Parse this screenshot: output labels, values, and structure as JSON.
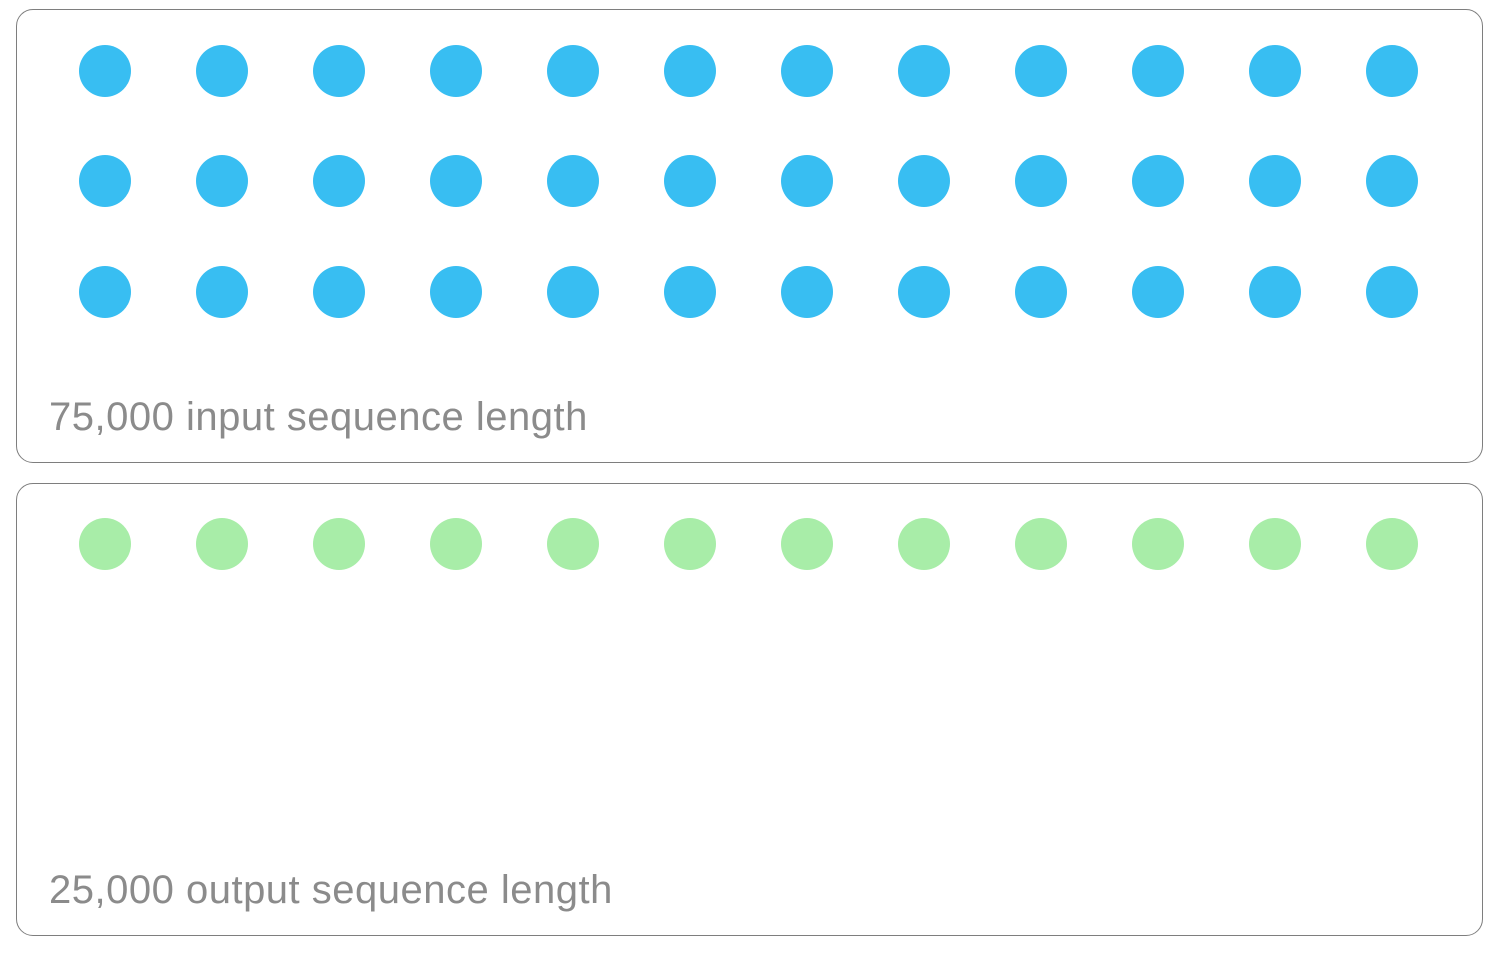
{
  "figure": {
    "description": "Comparison of input and output sequence lengths shown as token dots",
    "background_color": "#ffffff",
    "panel_border_color": "#7e7e7e",
    "label_color": "#8b8b8b"
  },
  "panels": [
    {
      "id": "input",
      "label": "75,000 input sequence length",
      "value": "75,000",
      "kind": "input sequence length",
      "dot_color": "#38bef2",
      "dot_rows": 3,
      "dot_columns": 12,
      "dot_count": 36
    },
    {
      "id": "output",
      "label": "25,000 output sequence length",
      "value": "25,000",
      "kind": "output sequence length",
      "dot_color": "#a8eda8",
      "dot_rows": 1,
      "dot_columns": 12,
      "dot_count": 12
    }
  ]
}
